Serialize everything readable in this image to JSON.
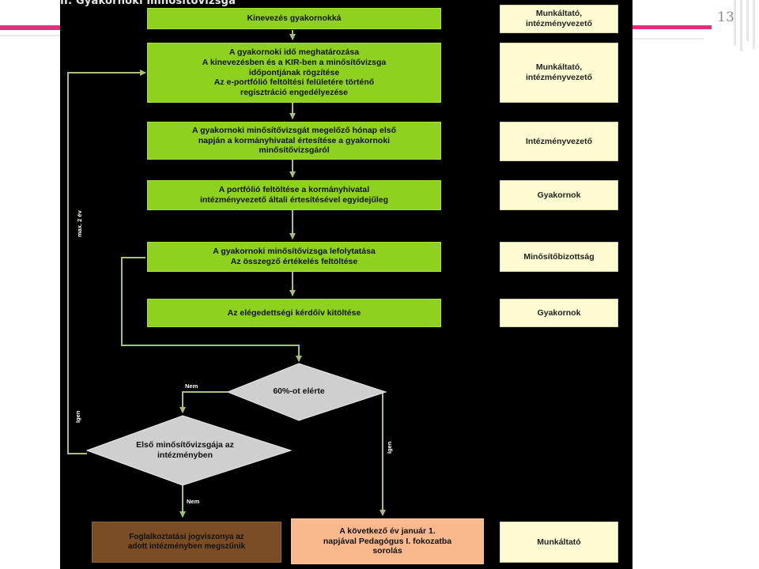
{
  "slide": {
    "page_number": "13"
  },
  "diagram": {
    "title": "II. Gyakornoki minősítővizsga",
    "steps": [
      {
        "text": "Kinevezés gyakornokká",
        "responsible": "Munkáltató,\nintézményvezető"
      },
      {
        "text": "A gyakornoki idő meghatározása\nA kinevezésben és a KIR-ben a minősítővizsga\nidőpontjának rögzítése\nAz e-portfólió feltöltési felületére történő\nregisztráció engedélyezése",
        "responsible": "Munkáltató,\nintézményvezető"
      },
      {
        "text": "A gyakornoki minősítővizsgát megelőző hónap első\nnapján a kormányhivatal értesítése a gyakornoki\nminősítővizsgáról",
        "responsible": "Intézményvezető"
      },
      {
        "text": "A portfólió feltöltése a kormányhivatal\nintézményvezető általi értesítésével egyidejűleg",
        "responsible": "Gyakornok"
      },
      {
        "text": "A gyakornoki minősítővizsga lefolytatása\nAz összegző értékelés feltöltése",
        "responsible": "Minősítőbizottság"
      },
      {
        "text": "Az elégedettségi kérdőív kitöltése",
        "responsible": "Gyakornok"
      }
    ],
    "decisions": [
      {
        "text": "60%-ot elérte"
      },
      {
        "text": "Első minősítővizsgája az\nintézményben"
      }
    ],
    "outcomes": {
      "terminated": "Foglalkoztatási jogviszonya az\nadott intézményben megszűnik",
      "promoted": "A következő év január 1.\nnapjával Pedagógus I. fokozatba\nsorolás",
      "promoted_responsible": "Munkáltató"
    },
    "edge_labels": {
      "nem_1": "Nem",
      "igen_1": "Igen",
      "nem_2": "Nem",
      "igen_2": "Igen",
      "loop": "max. 2 év"
    },
    "colors": {
      "panel": "#000000",
      "step": "#8ed11e",
      "responsible": "#fdfbd1",
      "decision": "#cfcfcf",
      "terminated": "#7a4d24",
      "promoted": "#f9b98c",
      "connector": "#a6c07a",
      "accent": "#e0307a"
    }
  }
}
